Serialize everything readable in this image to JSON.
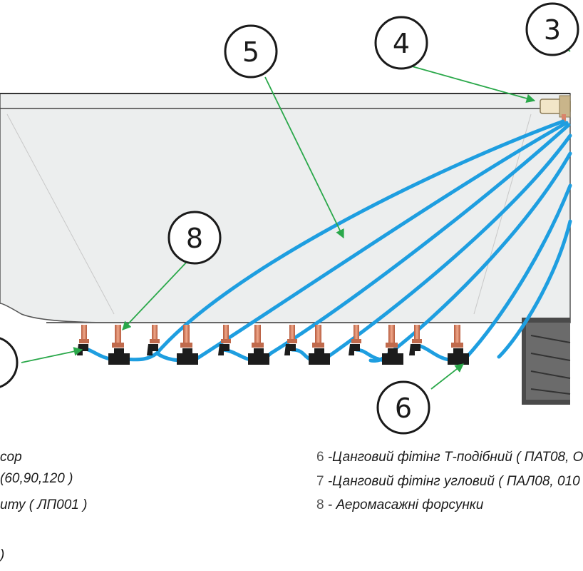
{
  "callouts": {
    "c3": "3",
    "c4": "4",
    "c5": "5",
    "c6": "6",
    "c8": "8"
  },
  "legend_left": [
    "сор",
    "(60,90,120 )",
    "иту ( ЛП001 )",
    ")"
  ],
  "legend_right": [
    {
      "num": "6",
      "text": " -Цанговий фітінг Т-подібний ( ПАТ08, О"
    },
    {
      "num": "7",
      "text": " -Цанговий фітінг угловий ( ПАЛ08, 010"
    },
    {
      "num": "8",
      "text": " - Аеромасажні форсунки"
    }
  ],
  "colors": {
    "hose": "#1e9ee0",
    "arrow": "#2aa84a",
    "tub_fill": "#eceeee",
    "fitting": "#1c1c1c",
    "nozzle": "#d9846a"
  }
}
